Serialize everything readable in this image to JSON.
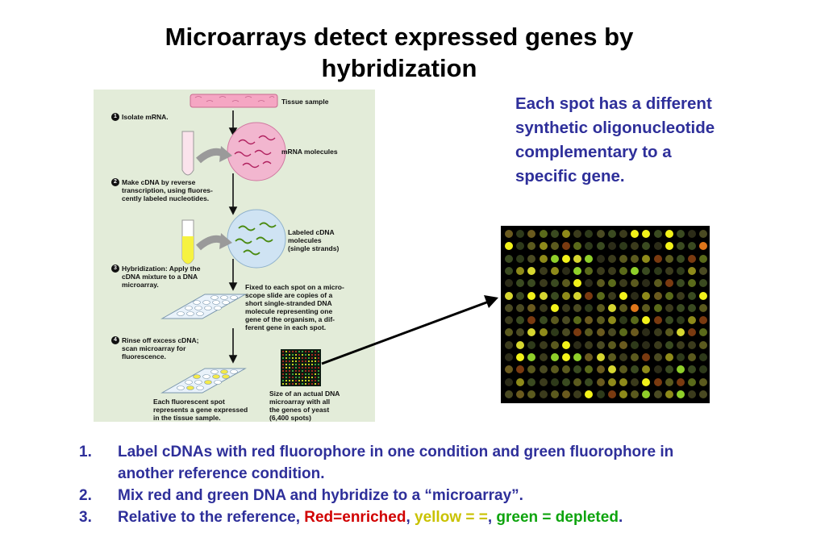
{
  "title": "Microarrays detect expressed genes by hybridization",
  "figure": {
    "tissue_label": "Tissue sample",
    "step1": {
      "num": "1",
      "text": "Isolate mRNA."
    },
    "mrna_label": "mRNA molecules",
    "step2": {
      "num": "2",
      "lines": [
        "Make cDNA by reverse",
        "transcription, using fluores-",
        "cently labeled nucleotides."
      ]
    },
    "cdna_label": [
      "Labeled cDNA",
      "molecules",
      "(single strands)"
    ],
    "step3": {
      "num": "3",
      "lines": [
        "Hybridization: Apply the",
        "cDNA mixture to a DNA",
        "microarray."
      ]
    },
    "fixed_label": [
      "Fixed to each spot on a micro-",
      "scope slide are copies of a",
      "short single-stranded DNA",
      "molecule representing one",
      "gene of the organism, a dif-",
      "ferent gene in each spot."
    ],
    "step4": {
      "num": "4",
      "lines": [
        "Rinse off excess cDNA;",
        "scan microarray for",
        "fluorescence."
      ]
    },
    "spot_label": [
      "Each fluorescent spot",
      "represents a gene expressed",
      "in the tissue sample."
    ],
    "size_label": [
      "Size of an actual DNA",
      "microarray with all",
      "the genes of yeast",
      "(6,400 spots)"
    ]
  },
  "side_text": "Each spot has a different synthetic oligonucleotide complementary to a specific gene.",
  "list": {
    "item1": {
      "num": "1.",
      "text": "Label cDNAs with red fluorophore in one condition and green fluorophore in another reference condition."
    },
    "item2": {
      "num": "2.",
      "text": "Mix red and green DNA and hybridize to a “microarray”."
    },
    "item3": {
      "num": "3.",
      "prefix": "Relative to the reference, ",
      "red": "Red=enriched",
      "sep1": ", ",
      "yellow": "yellow = =",
      "sep2": ", ",
      "green": "green = depleted",
      "end": "."
    }
  },
  "colors": {
    "title": "#000000",
    "body_text": "#2e2f9a",
    "red": "#d10000",
    "yellow": "#c9c200",
    "green": "#0ea40e",
    "figure_bg": "#e3ecd9",
    "array_bg": "#000000"
  }
}
